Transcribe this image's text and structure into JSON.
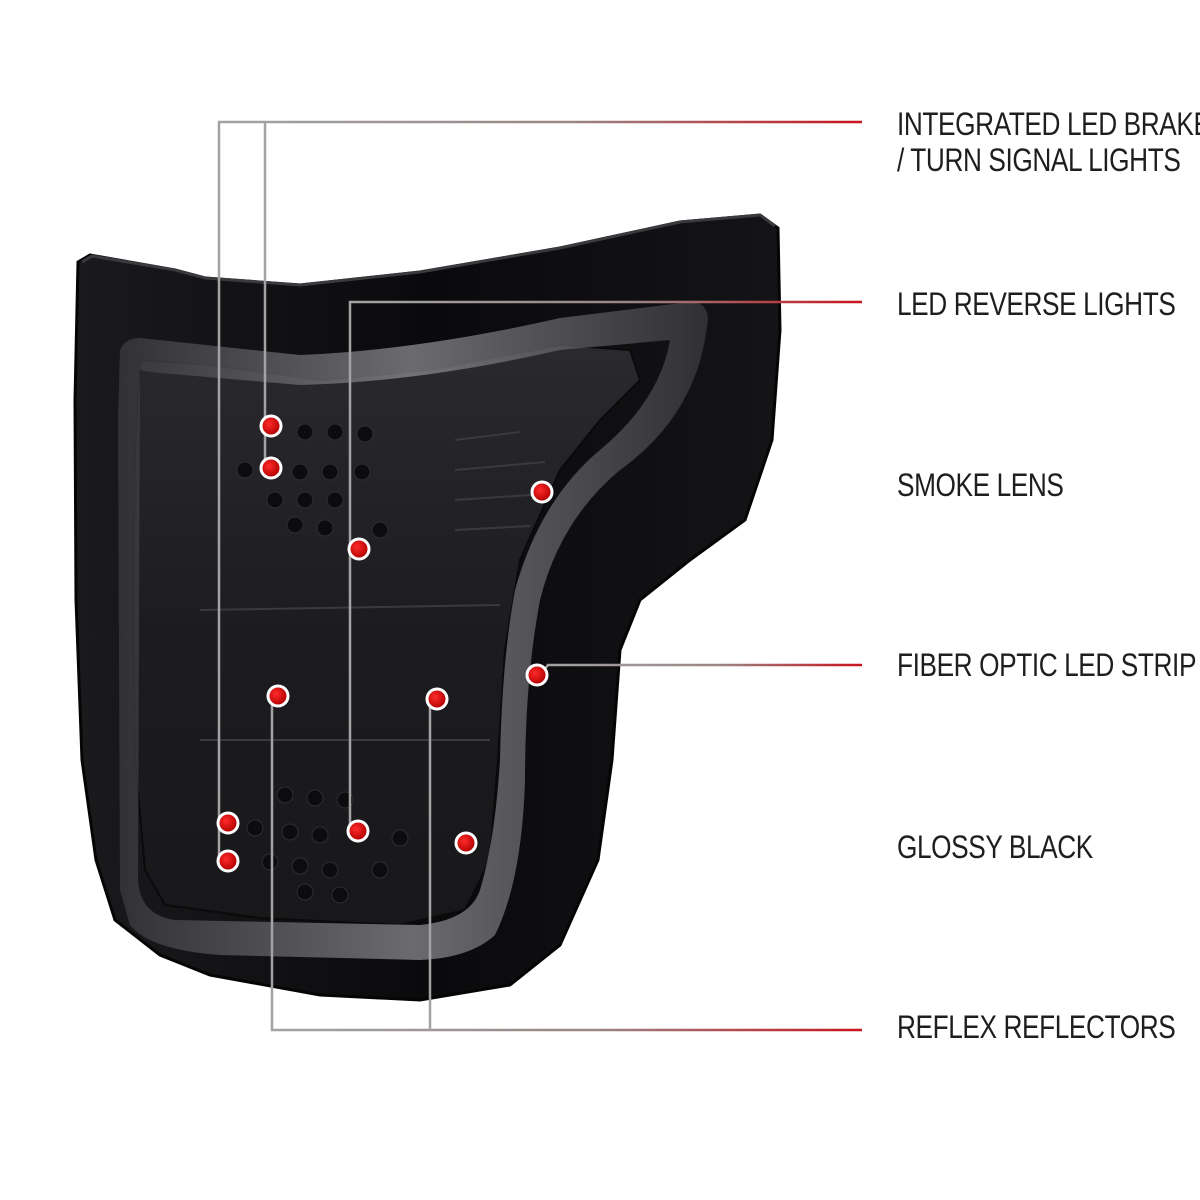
{
  "colors": {
    "accent_red": "#c8141c",
    "leader_gray": "#9a9a9a",
    "housing_black": "#0d0d0f",
    "label_text": "#1e1e1e"
  },
  "callouts": [
    {
      "id": "brake",
      "line1": "INTEGRATED LED BRAKE",
      "line2": "/ TURN SIGNAL LIGHTS"
    },
    {
      "id": "reverse",
      "line1": "LED REVERSE LIGHTS"
    },
    {
      "id": "smoke",
      "line1": "SMOKE LENS"
    },
    {
      "id": "fiber",
      "line1": "FIBER OPTIC LED STRIP"
    },
    {
      "id": "glossy",
      "line1": "GLOSSY BLACK"
    },
    {
      "id": "reflex",
      "line1": "REFLEX REFLECTORS"
    }
  ]
}
